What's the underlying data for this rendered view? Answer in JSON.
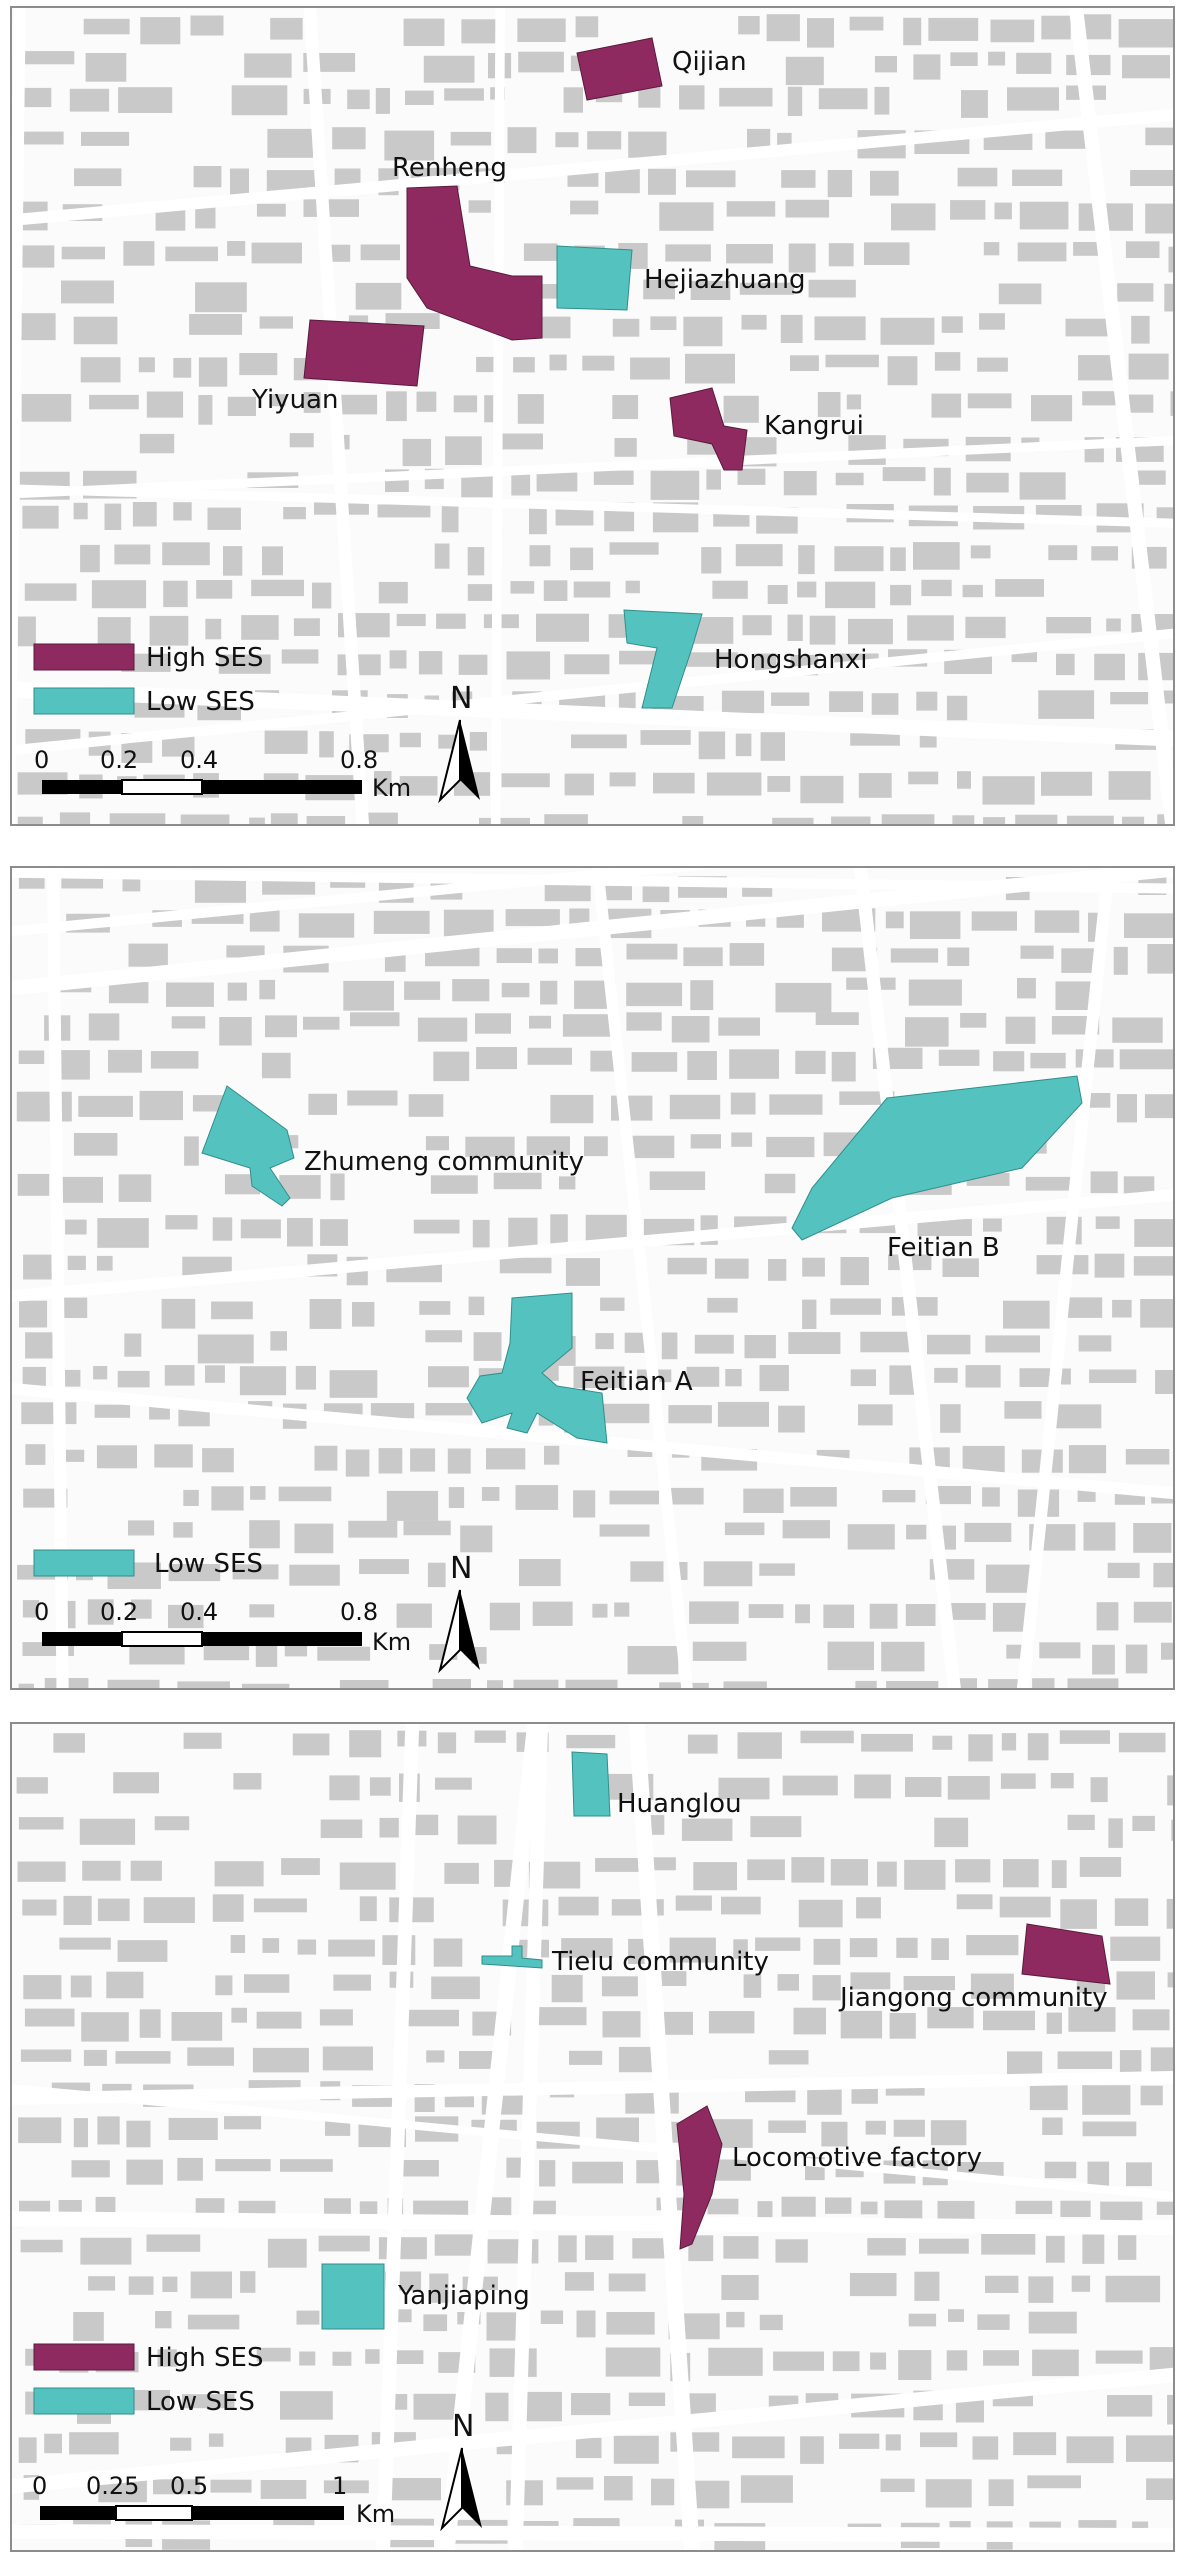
{
  "colors": {
    "high_ses": "#8e2a5f",
    "low_ses": "#54c2bf",
    "building": "#c9c9c9",
    "road": "#ffffff",
    "background": "#fbfbfb"
  },
  "panels": [
    {
      "communities": [
        {
          "name": "Qijian",
          "ses": "high"
        },
        {
          "name": "Renheng",
          "ses": "high"
        },
        {
          "name": "Hejiazhuang",
          "ses": "low"
        },
        {
          "name": "Yiyuan",
          "ses": "high"
        },
        {
          "name": "Kangrui",
          "ses": "high"
        },
        {
          "name": "Hongshanxi",
          "ses": "low"
        }
      ],
      "legend": [
        {
          "label": "High SES",
          "ses": "high"
        },
        {
          "label": "Low SES",
          "ses": "low"
        }
      ],
      "scale": {
        "ticks": [
          "0",
          "0.2",
          "0.4",
          "0.8"
        ],
        "unit": "Km"
      },
      "north": "N"
    },
    {
      "communities": [
        {
          "name": "Zhumeng community",
          "ses": "low"
        },
        {
          "name": "Feitian B",
          "ses": "low"
        },
        {
          "name": "Feitian A",
          "ses": "low"
        }
      ],
      "legend": [
        {
          "label": "Low SES",
          "ses": "low"
        }
      ],
      "scale": {
        "ticks": [
          "0",
          "0.2",
          "0.4",
          "0.8"
        ],
        "unit": "Km"
      },
      "north": "N"
    },
    {
      "communities": [
        {
          "name": "Huanglou",
          "ses": "low"
        },
        {
          "name": "Tielu community",
          "ses": "low"
        },
        {
          "name": "Jiangong community",
          "ses": "high"
        },
        {
          "name": "Locomotive factory",
          "ses": "high"
        },
        {
          "name": "Yanjiaping",
          "ses": "low"
        }
      ],
      "legend": [
        {
          "label": "High SES",
          "ses": "high"
        },
        {
          "label": "Low SES",
          "ses": "low"
        }
      ],
      "scale": {
        "ticks": [
          "0",
          "0.25",
          "0.5",
          "1"
        ],
        "unit": "Km"
      },
      "north": "N"
    }
  ]
}
